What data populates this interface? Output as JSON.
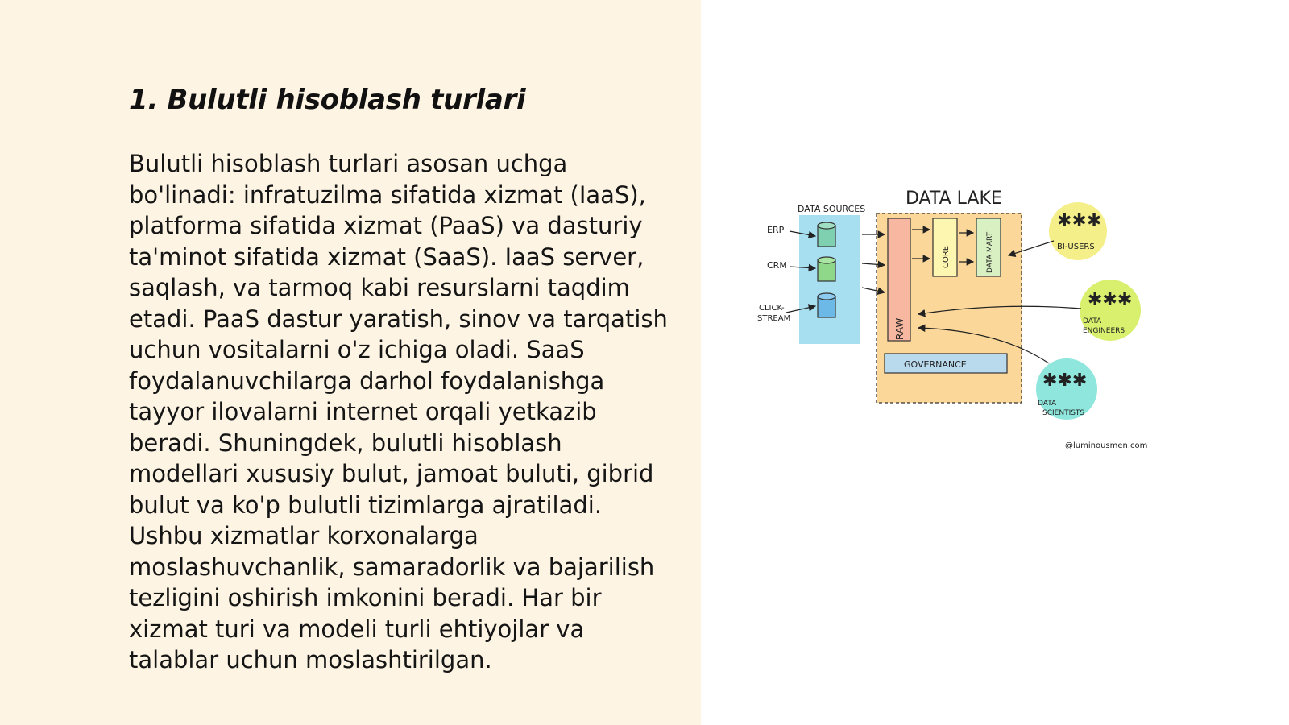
{
  "slide": {
    "title": "1. Bulutli hisoblash turlari",
    "body_lines": [
      "Bulutli hisoblash turlari asosan uchga",
      "bo'linadi: infratuzilma sifatida xizmat (IaaS),",
      "platforma sifatida xizmat (PaaS) va dasturiy",
      "ta'minot sifatida xizmat (SaaS). IaaS server,",
      "saqlash, va tarmoq kabi resurslarni taqdim",
      "etadi. PaaS dastur yaratish, sinov va tarqatish",
      "uchun vositalarni o'z ichiga oladi. SaaS",
      "foydalanuvchilarga darhol foydalanishga",
      "tayyor ilovalarni internet orqali yetkazib",
      "beradi. Shuningdek, bulutli hisoblash",
      "modellari xususiy bulut, jamoat buluti, gibrid",
      "bulut va ko'p bulutli tizimlarga ajratiladi.",
      "Ushbu xizmatlar korxonalarga",
      "moslashuvchanlik, samaradorlik va bajarilish",
      "tezligini oshirish imkonini beradi. Har bir",
      "xizmat turi va modeli turli ehtiyojlar va",
      "talablar uchun moslashtirilgan."
    ]
  },
  "diagram": {
    "title": "DATA LAKE",
    "sources_label": "DATA SOURCES",
    "sources": [
      "ERP",
      "CRM",
      "CLICK-",
      "STREAM"
    ],
    "zones": [
      "RAW",
      "CORE",
      "DATA MART"
    ],
    "governance": "GOVERNANCE",
    "groups": [
      "BI-USERS",
      "DATA",
      "ENGINEERS",
      "DATA",
      "SCIENTISTS"
    ],
    "credit": "@luminousmen.com",
    "colors": {
      "sources_bg": "#a8dff0",
      "lake_bg": "#fbd89a",
      "raw": "#f7b7a0",
      "core": "#fdf6b0",
      "mart": "#d8f0c2",
      "governance": "#b9d9ec",
      "bi_users": "#f5ef8a",
      "engineers": "#d9ef6e",
      "scientists": "#8fe6dc"
    }
  }
}
